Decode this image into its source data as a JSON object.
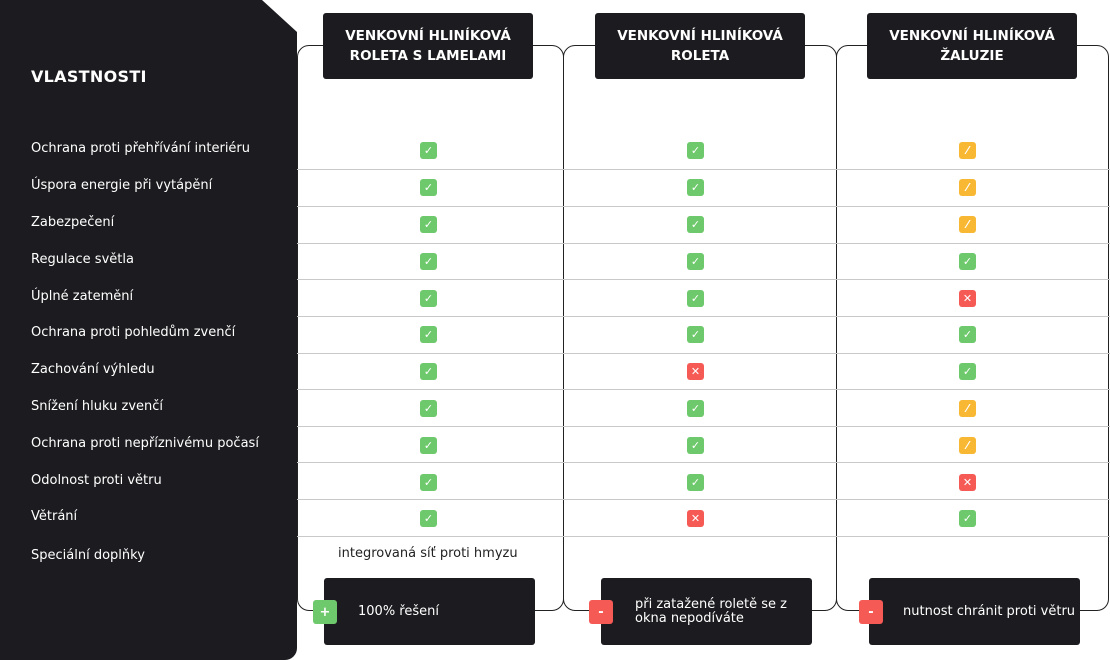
{
  "title": "VLASTNOSTI",
  "columns": [
    {
      "title": "VENKOVNÍ HLINÍKOVÁ ROLETA S LAMELAMI",
      "extra": "integrovaná síť proti hmyzu",
      "note": "100% řešení",
      "badge": "+",
      "badge_type": "plus"
    },
    {
      "title": "VENKOVNÍ HLINÍKOVÁ ROLETA",
      "extra": "",
      "note": "při zatažené roletě se z okna nepodíváte",
      "badge": "-",
      "badge_type": "minus"
    },
    {
      "title": "VENKOVNÍ HLINÍKOVÁ ŽALUZIE",
      "extra": "",
      "note": "nutnost chránit proti větru",
      "badge": "-",
      "badge_type": "minus"
    }
  ],
  "rows": [
    {
      "label": "Ochrana proti přehřívání interiéru",
      "values": [
        "yes",
        "yes",
        "partial"
      ]
    },
    {
      "label": "Úspora energie při vytápění",
      "values": [
        "yes",
        "yes",
        "partial"
      ]
    },
    {
      "label": "Zabezpečení",
      "values": [
        "yes",
        "yes",
        "partial"
      ]
    },
    {
      "label": "Regulace světla",
      "values": [
        "yes",
        "yes",
        "yes"
      ]
    },
    {
      "label": "Úplné zatemění",
      "values": [
        "yes",
        "yes",
        "no"
      ]
    },
    {
      "label": "Ochrana proti pohledům zvenčí",
      "values": [
        "yes",
        "yes",
        "yes"
      ]
    },
    {
      "label": "Zachování výhledu",
      "values": [
        "yes",
        "no",
        "yes"
      ]
    },
    {
      "label": "Snížení hluku zvenčí",
      "values": [
        "yes",
        "yes",
        "partial"
      ]
    },
    {
      "label": "Ochrana proti nepříznivému počasí",
      "values": [
        "yes",
        "yes",
        "partial"
      ]
    },
    {
      "label": "Odolnost proti větru",
      "values": [
        "yes",
        "yes",
        "no"
      ]
    },
    {
      "label": "Větrání",
      "values": [
        "yes",
        "no",
        "yes"
      ]
    }
  ],
  "special_label": "Speciální doplňky",
  "colors": {
    "yes": "#6dc96b",
    "partial": "#f8b834",
    "no": "#f55a55",
    "dark": "#1c1b1f"
  }
}
